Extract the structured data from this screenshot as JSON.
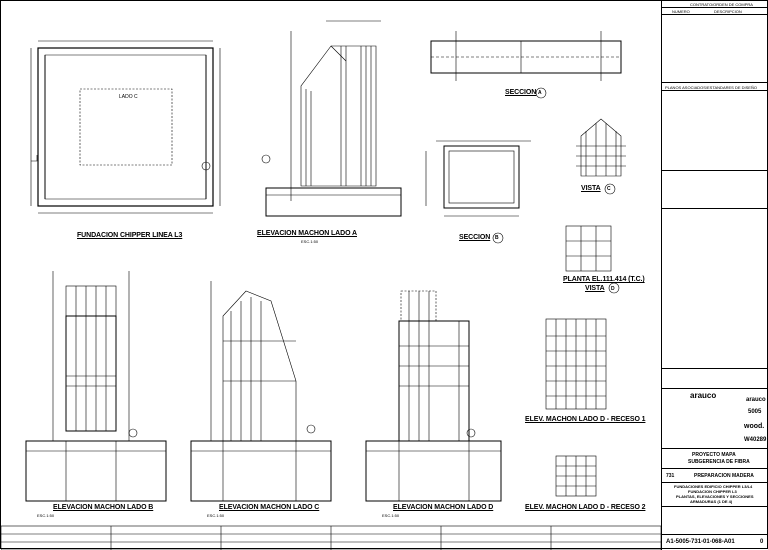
{
  "views": {
    "fundacion": {
      "title": "FUNDACION CHIPPER LINEA L3",
      "label": "LADO C"
    },
    "elev_a": {
      "title": "ELEVACION MACHON LADO A",
      "scale": "ESC.1:50"
    },
    "seccion_a": {
      "title": "SECCION",
      "mark": "A"
    },
    "seccion_b": {
      "title": "SECCION",
      "mark": "B"
    },
    "vista_c": {
      "title": "VISTA",
      "mark": "C"
    },
    "planta": {
      "title": "PLANTA EL.111.414 (T.C.)"
    },
    "vista_d": {
      "title": "VISTA",
      "mark": "D"
    },
    "elev_b": {
      "title": "ELEVACION MACHON LADO B",
      "scale": "ESC.1:50"
    },
    "elev_c": {
      "title": "ELEVACION MACHON LADO C",
      "scale": "ESC.1:50"
    },
    "elev_d": {
      "title": "ELEVACION MACHON LADO D",
      "scale": "ESC.1:50"
    },
    "recesso1": {
      "title": "ELEV. MACHON LADO D - RECESO 1"
    },
    "recesso2": {
      "title": "ELEV. MACHON LADO D - RECESO 2"
    }
  },
  "title_block": {
    "contract_header": "CONTRATO/ORDEN DE COMPRA",
    "col_numero": "NUMERO",
    "col_descripcion": "DESCRIPCION",
    "planos_header": "PLANOS ASOCIADOS/ESTANDARES DE DISEÑO",
    "company": "arauco",
    "project_code": "5005",
    "wood": "wood.",
    "doc_no": "W40289",
    "project_name": "PROYECTO MAPA",
    "subgerencia": "SUBGERENCIA DE FIBRA",
    "area_no": "731",
    "area_name": "PREPARACION MADERA",
    "title_l1": "FUNDACIONES EDIFICIO CHIPPER L3/L4",
    "title_l2": "FUNDACION CHIPPER L3",
    "title_l3": "PLANTAS, ELEVACIONES Y SECCIONES",
    "title_l4": "ARMADURAS (1 DE 4)",
    "drawing_number": "A1-5005-731-01-068-A01",
    "revision": "0"
  }
}
